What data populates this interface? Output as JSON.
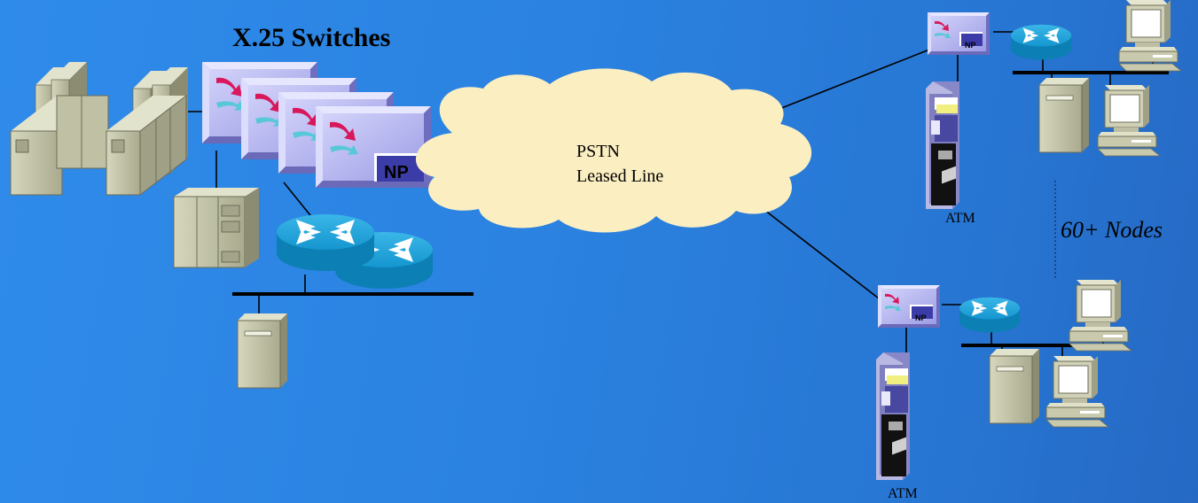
{
  "diagram": {
    "title": "X.25 Switches",
    "cloud_line_1": "PSTN",
    "cloud_line_2": "Leased Line",
    "atm_top_label": "ATM",
    "atm_bottom_label": "ATM",
    "nodes_label": "60+ Nodes",
    "switch_badge": "NP",
    "remote_badge": "NP"
  },
  "colors": {
    "background": "#2b82e0",
    "cloud": "#fbefc2",
    "switch": "#b4b4ef",
    "router": "#13a0d8",
    "server": "#c8c9ad",
    "wire": "#000000"
  },
  "icons": [
    "mainframe-icon",
    "x25-switch-icon",
    "router-icon",
    "server-icon",
    "atm-machine-icon",
    "workstation-icon",
    "cloud-icon"
  ]
}
